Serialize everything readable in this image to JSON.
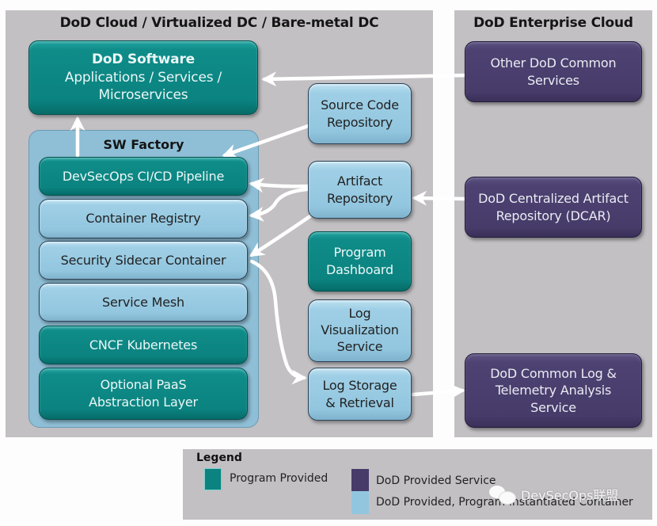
{
  "panels": {
    "left_title": "DoD Cloud / Virtualized DC / Bare-metal DC",
    "right_title": "DoD Enterprise Cloud"
  },
  "dod_software": {
    "title": "DoD Software",
    "line1": "Applications / Services /",
    "line2": "Microservices"
  },
  "sw_factory": {
    "title": "SW Factory",
    "layers": [
      {
        "label": "DevSecOps CI/CD Pipeline",
        "category": "program-provided"
      },
      {
        "label": "Container Registry",
        "category": "dod-provided-program-instantiated"
      },
      {
        "label": "Security Sidecar Container",
        "category": "dod-provided-program-instantiated"
      },
      {
        "label": "Service Mesh",
        "category": "dod-provided-program-instantiated"
      },
      {
        "label": "CNCF Kubernetes",
        "category": "program-provided"
      },
      {
        "line1": "Optional PaaS",
        "line2": "Abstraction Layer",
        "category": "program-provided"
      }
    ]
  },
  "middle_services": {
    "source_code": {
      "line1": "Source Code",
      "line2": "Repository"
    },
    "artifact": {
      "line1": "Artifact",
      "line2": "Repository"
    },
    "dashboard": {
      "line1": "Program",
      "line2": "Dashboard"
    },
    "log_vis": {
      "line1": "Log",
      "line2": "Visualization",
      "line3": "Service"
    },
    "log_storage": {
      "line1": "Log Storage",
      "line2": "& Retrieval"
    }
  },
  "enterprise_services": {
    "other_common": {
      "line1": "Other DoD Common",
      "line2": "Services"
    },
    "dcar": {
      "line1": "DoD Centralized Artifact",
      "line2": "Repository (DCAR)"
    },
    "log_telemetry": {
      "line1": "DoD Common Log &",
      "line2": "Telemetry Analysis",
      "line3": "Service"
    }
  },
  "connections": [
    {
      "from": "Other DoD Common Services",
      "to": "DoD Software"
    },
    {
      "from": "DevSecOps CI/CD Pipeline",
      "to": "DoD Software"
    },
    {
      "from": "Source Code Repository",
      "to": "DevSecOps CI/CD Pipeline"
    },
    {
      "from": "Artifact Repository",
      "to": "DevSecOps CI/CD Pipeline"
    },
    {
      "from": "Artifact Repository",
      "to": "Container Registry"
    },
    {
      "from": "Artifact Repository",
      "to": "Security Sidecar Container"
    },
    {
      "from": "DoD Centralized Artifact Repository (DCAR)",
      "to": "Artifact Repository"
    },
    {
      "from": "Security Sidecar Container",
      "to": "Log Storage & Retrieval"
    },
    {
      "from": "Log Storage & Retrieval",
      "to": "DoD Common Log & Telemetry Analysis Service"
    }
  ],
  "legend": {
    "title": "Legend",
    "items": [
      {
        "label": "Program Provided",
        "color": "#0b8380"
      },
      {
        "label": "DoD Provided Service",
        "color": "#463b69"
      },
      {
        "label": "DoD Provided, Program Instantiated Container",
        "color": "#92c6df"
      }
    ]
  },
  "watermark": {
    "text": "DevSecOps联盟"
  },
  "colors": {
    "program_provided": "#0b8380",
    "dod_provided_service": "#463b69",
    "dod_provided_program_instantiated": "#92c6df",
    "panel_background": "#c2c0c3"
  }
}
